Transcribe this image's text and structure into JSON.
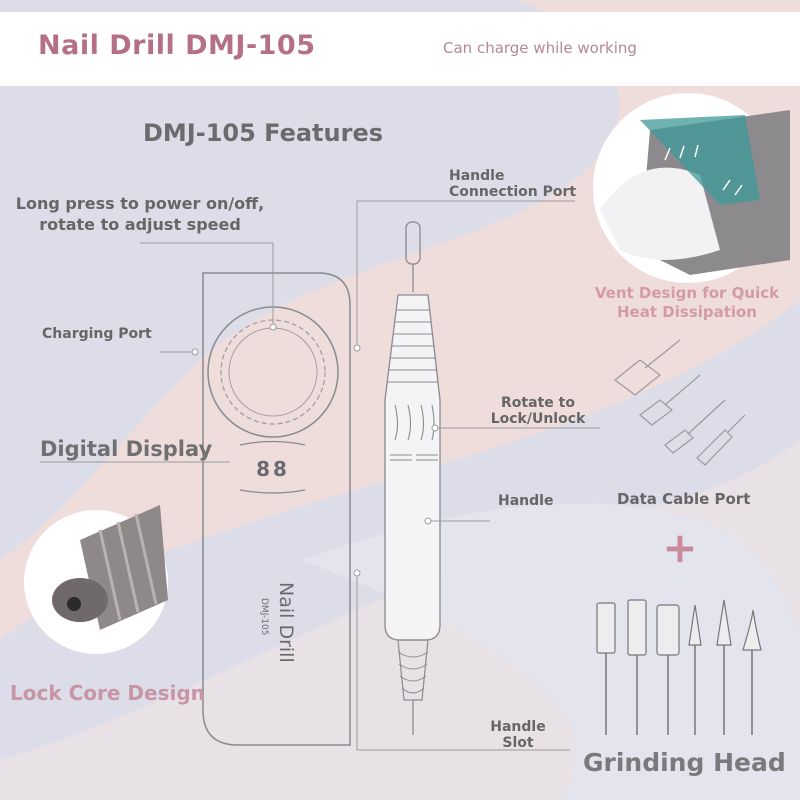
{
  "header": {
    "title": "Nail Drill DMJ-105",
    "subtitle": "Can charge while working"
  },
  "features_title": "DMJ-105 Features",
  "labels": {
    "power_line1": "Long press to power on/off,",
    "power_line2": "rotate to adjust speed",
    "charging_port": "Charging Port",
    "digital_display": "Digital Display",
    "display_value": "88",
    "handle_conn_line1": "Handle",
    "handle_conn_line2": "Connection Port",
    "rotate_line1": "Rotate to",
    "rotate_line2": "Lock/Unlock",
    "handle": "Handle",
    "handle_slot_line1": "Handle",
    "handle_slot_line2": "Slot",
    "vent_line1": "Vent Design for Quick",
    "vent_line2": "Heat Dissipation",
    "data_cable": "Data Cable Port",
    "plus": "+",
    "grinding_head": "Grinding Head",
    "lock_core": "Lock Core Design",
    "device_text": "Nail Drill",
    "device_model": "DMJ-105"
  }
}
